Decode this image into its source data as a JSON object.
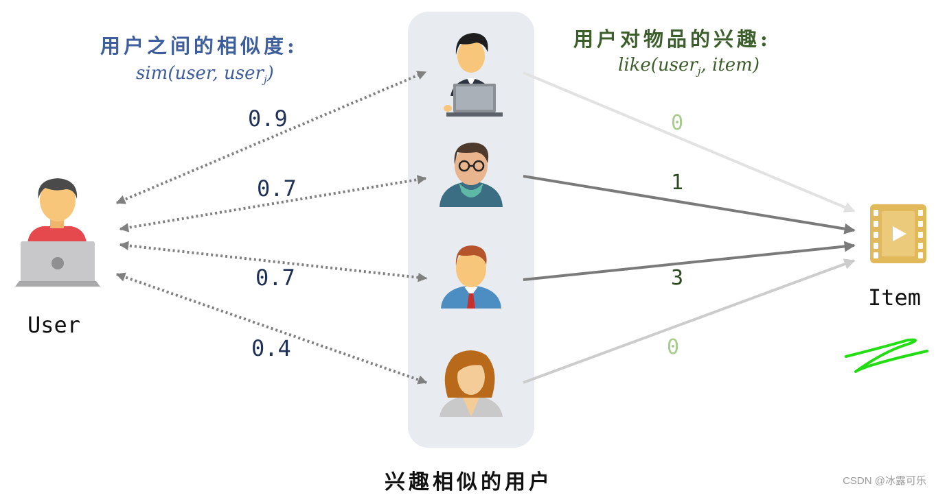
{
  "titles": {
    "similarity": "用户之间的相似度:",
    "interest": "用户对物品的兴趣:"
  },
  "formulas": {
    "sim_prefix": "sim(user, user",
    "sim_sub": "j",
    "sim_suffix": ")",
    "like_prefix": "like(user",
    "like_sub": "j",
    "like_suffix": ", item)"
  },
  "nodes": {
    "user": "User",
    "item": "Item",
    "group": "兴趣相似的用户"
  },
  "similar_users": [
    {
      "sim": "0.9",
      "like": "0",
      "like_color": "#a5cc8a",
      "edge_color": "#e2e2e2"
    },
    {
      "sim": "0.7",
      "like": "1",
      "like_color": "#2b4a1f",
      "edge_color": "#7a7a7a"
    },
    {
      "sim": "0.7",
      "like": "3",
      "like_color": "#2b4a1f",
      "edge_color": "#7a7a7a"
    },
    {
      "sim": "0.4",
      "like": "0",
      "like_color": "#a5cc8a",
      "edge_color": "#cccccc"
    }
  ],
  "colors": {
    "panel": "#e8ebf0",
    "sim_text": "#3f5e9c",
    "interest_text": "#3c5e2a",
    "dotted_edge": "#808080",
    "item_icon": "#e1b95a",
    "scribble": "#22dd11"
  },
  "icons": {
    "user": "user-laptop-icon",
    "similar_users": [
      "businessman-desk-icon",
      "glasses-man-icon",
      "tie-man-icon",
      "woman-icon"
    ],
    "item": "film-play-icon"
  },
  "credit": "CSDN @冰露可乐"
}
